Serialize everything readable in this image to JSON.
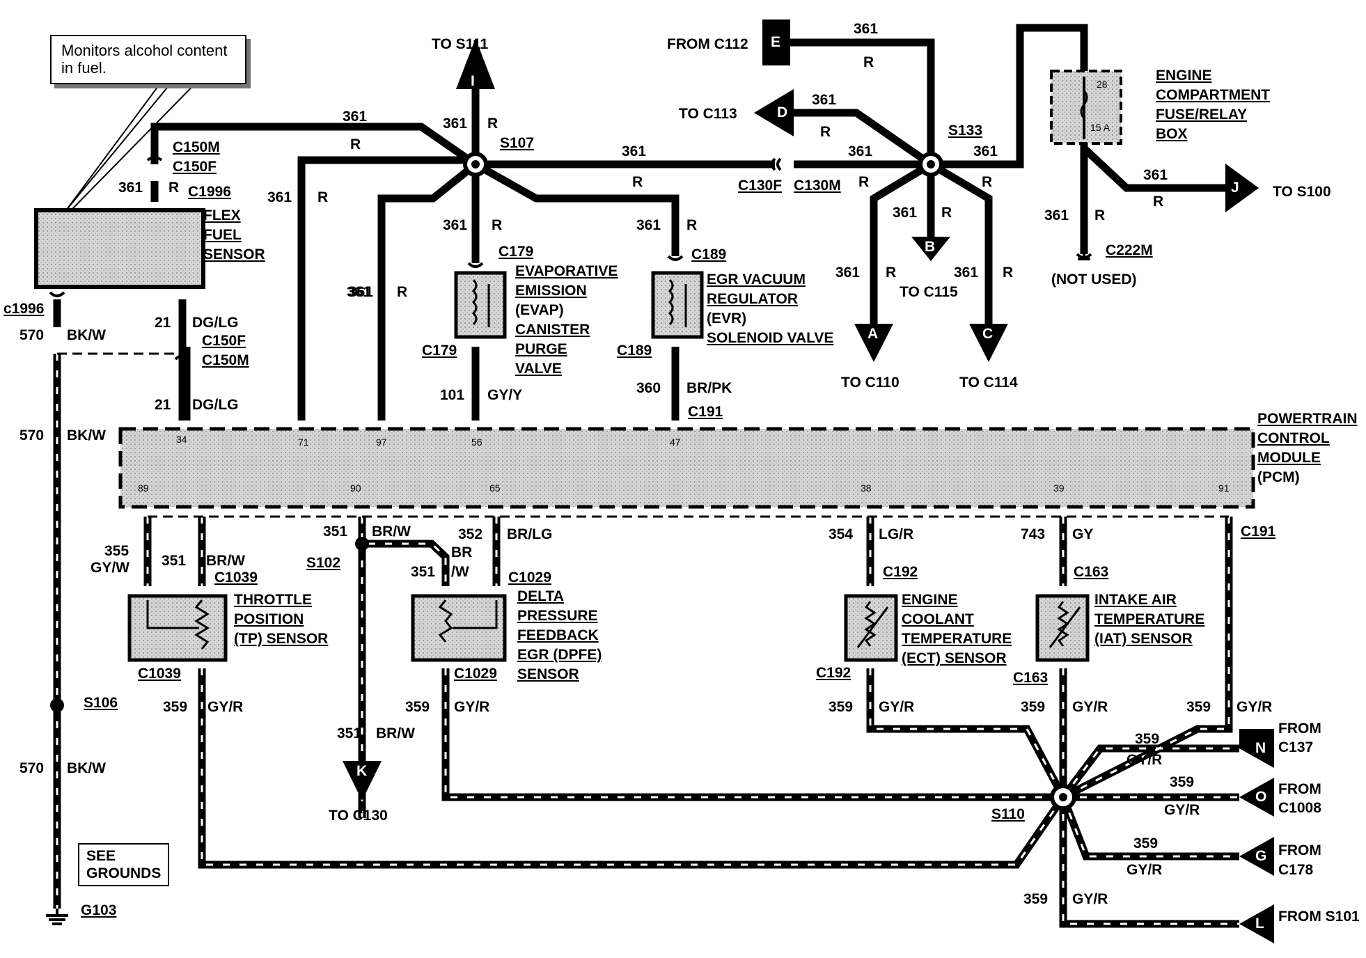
{
  "note": "Monitors alcohol content in fuel.",
  "pcm": {
    "name": [
      "POWERTRAIN",
      "CONTROL",
      "MODULE",
      "(PCM)"
    ],
    "pins_top": [
      "34",
      "71",
      "97",
      "56",
      "47"
    ],
    "pins_bottom": [
      "89",
      "90",
      "65",
      "38",
      "39",
      "91"
    ]
  },
  "components": {
    "flex_fuel": [
      "FLEX",
      "FUEL",
      "SENSOR"
    ],
    "evap": [
      "EVAPORATIVE",
      "EMISSION",
      "(EVAP)",
      "CANISTER",
      "PURGE",
      "VALVE"
    ],
    "evr": [
      "EGR VACUUM",
      "REGULATOR",
      "(EVR)",
      "SOLENOID VALVE"
    ],
    "fuse_box": [
      "ENGINE",
      "COMPARTMENT",
      "FUSE/RELAY",
      "BOX"
    ],
    "fuse_labels": [
      "28",
      "15 A"
    ],
    "tp": [
      "THROTTLE",
      "POSITION",
      "(TP) SENSOR"
    ],
    "dpfe": [
      "DELTA",
      "PRESSURE",
      "FEEDBACK",
      "EGR (DPFE)",
      "SENSOR"
    ],
    "ect": [
      "ENGINE",
      "COOLANT",
      "TEMPERATURE",
      "(ECT) SENSOR"
    ],
    "iat": [
      "INTAKE  AIR",
      "TEMPERATURE",
      "(IAT) SENSOR"
    ],
    "grounds": [
      "SEE",
      "GROUNDS"
    ]
  },
  "arrows": {
    "I": {
      "letter": "I",
      "label": "TO S111"
    },
    "E": {
      "letter": "E",
      "label": "FROM C112"
    },
    "D": {
      "letter": "D",
      "label": "TO C113"
    },
    "A": {
      "letter": "A",
      "label": "TO C110"
    },
    "B": {
      "letter": "B",
      "label": "TO C115"
    },
    "C": {
      "letter": "C",
      "label": "TO C114"
    },
    "J": {
      "letter": "J",
      "label": "TO S100"
    },
    "K": {
      "letter": "K",
      "label": "TO C130"
    },
    "N": {
      "letter": "N",
      "label": [
        "FROM",
        "C137"
      ]
    },
    "O": {
      "letter": "O",
      "label": [
        "FROM",
        "C1008"
      ]
    },
    "G": {
      "letter": "G",
      "label": [
        "FROM",
        "C178"
      ]
    },
    "L": {
      "letter": "L",
      "label": "FROM S101"
    }
  },
  "connectors": [
    "C150M",
    "C150F",
    "C1996",
    "c1996",
    "C150F",
    "C150M",
    "C179",
    "C179",
    "C189",
    "C189",
    "C191",
    "S107",
    "S133",
    "C130F",
    "C130M",
    "C222M",
    "(NOT USED)",
    "S102",
    "C1039",
    "C1039",
    "C1029",
    "C1029",
    "C192",
    "C192",
    "C163",
    "C163",
    "C191",
    "S106",
    "S110",
    "G103"
  ],
  "wires": {
    "c361": "361",
    "cR": "R",
    "c570": "570",
    "cBKW": "BK/W",
    "c21": "21",
    "cDGLG": "DG/LG",
    "c101": "101",
    "cGYY": "GY/Y",
    "c360": "360",
    "cBRPK": "BR/PK",
    "c355": "355",
    "cGYW": "GY/W",
    "c351": "351",
    "cBRW": "BR/W",
    "c352": "352",
    "cBRLG": "BR/LG",
    "cBR": "BR",
    "cW": "/W",
    "c354": "354",
    "cLGR": "LG/R",
    "c743": "743",
    "cGY": "GY",
    "c359": "359",
    "cGYR": "GY/R"
  },
  "colors": {
    "wire": "#000000",
    "fill": "#c8c8c8"
  }
}
